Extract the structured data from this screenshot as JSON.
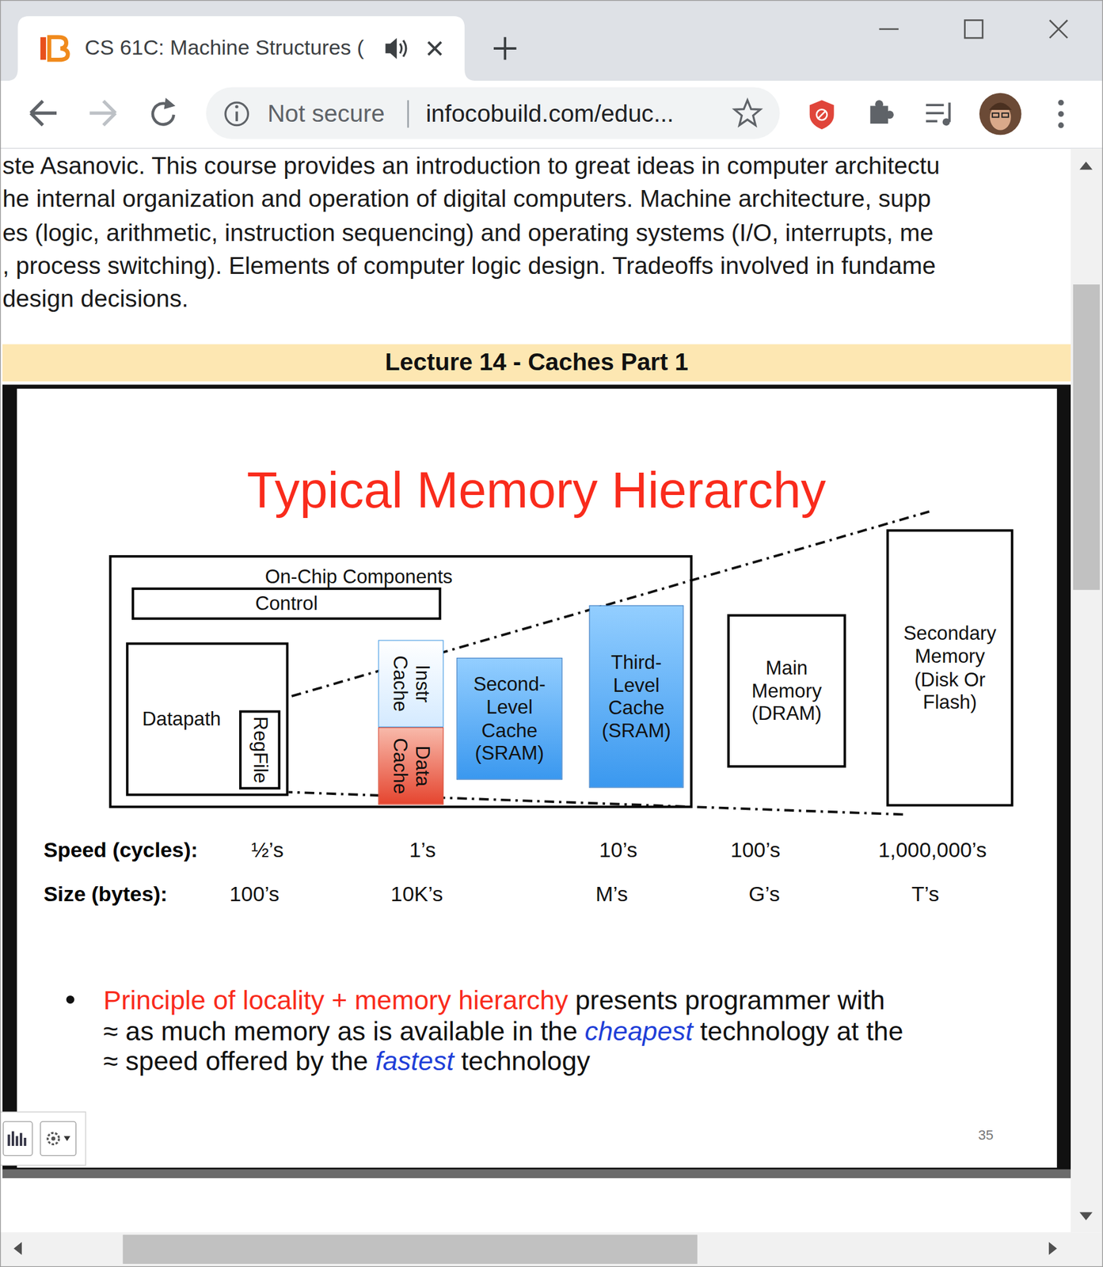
{
  "diagram": {
    "title": "Typical Memory Hierarchy",
    "nodes": [
      {
        "text": [
          "On-Chip Components"
        ]
      },
      {
        "text": [
          "Control"
        ],
        "in": 0
      },
      {
        "text": [
          "Datapath"
        ],
        "in": 0
      },
      {
        "text": [
          "RegFile"
        ],
        "in": 2
      },
      {
        "text": [
          "Instr Cache"
        ],
        "in": 0
      },
      {
        "text": [
          "Data Cache"
        ],
        "in": 0
      },
      {
        "text": [
          "Second-Level Cache (SRAM)"
        ],
        "in": 0
      },
      {
        "text": [
          "Third-Level Cache (SRAM)"
        ],
        "in": 0
      },
      {
        "text": [
          "Main Memory (DRAM)"
        ]
      },
      {
        "text": [
          "Secondary Memory (Disk Or Flash)"
        ]
      }
    ],
    "labels": [
      "CS 61C: Machine Structures (",
      "Not secure",
      "infocobuild.com/educ...",
      "ste Asanovic. This course provides an introduction to great ideas in computer architectu",
      "he internal organization and operation of digital computers. Machine architecture, supp",
      "es (logic, arithmetic, instruction sequencing) and operating systems (I/O, interrupts, me",
      ", process switching). Elements of computer logic design. Tradeoffs involved in fundame",
      "design decisions.",
      "Lecture 14 - Caches Part 1",
      "Speed (cycles):",
      "½’s",
      "1’s",
      "10’s",
      "100’s",
      "1,000,000’s",
      "Size (bytes):",
      "100’s",
      "10K’s",
      "M’s",
      "G’s",
      "T’s",
      "Principle of locality + memory hierarchy",
      "presents programmer with",
      "≈ as much memory as is available in the",
      "cheapest",
      "technology at the",
      "≈ speed offered by the",
      "fastest",
      "technology",
      "35"
    ]
  }
}
